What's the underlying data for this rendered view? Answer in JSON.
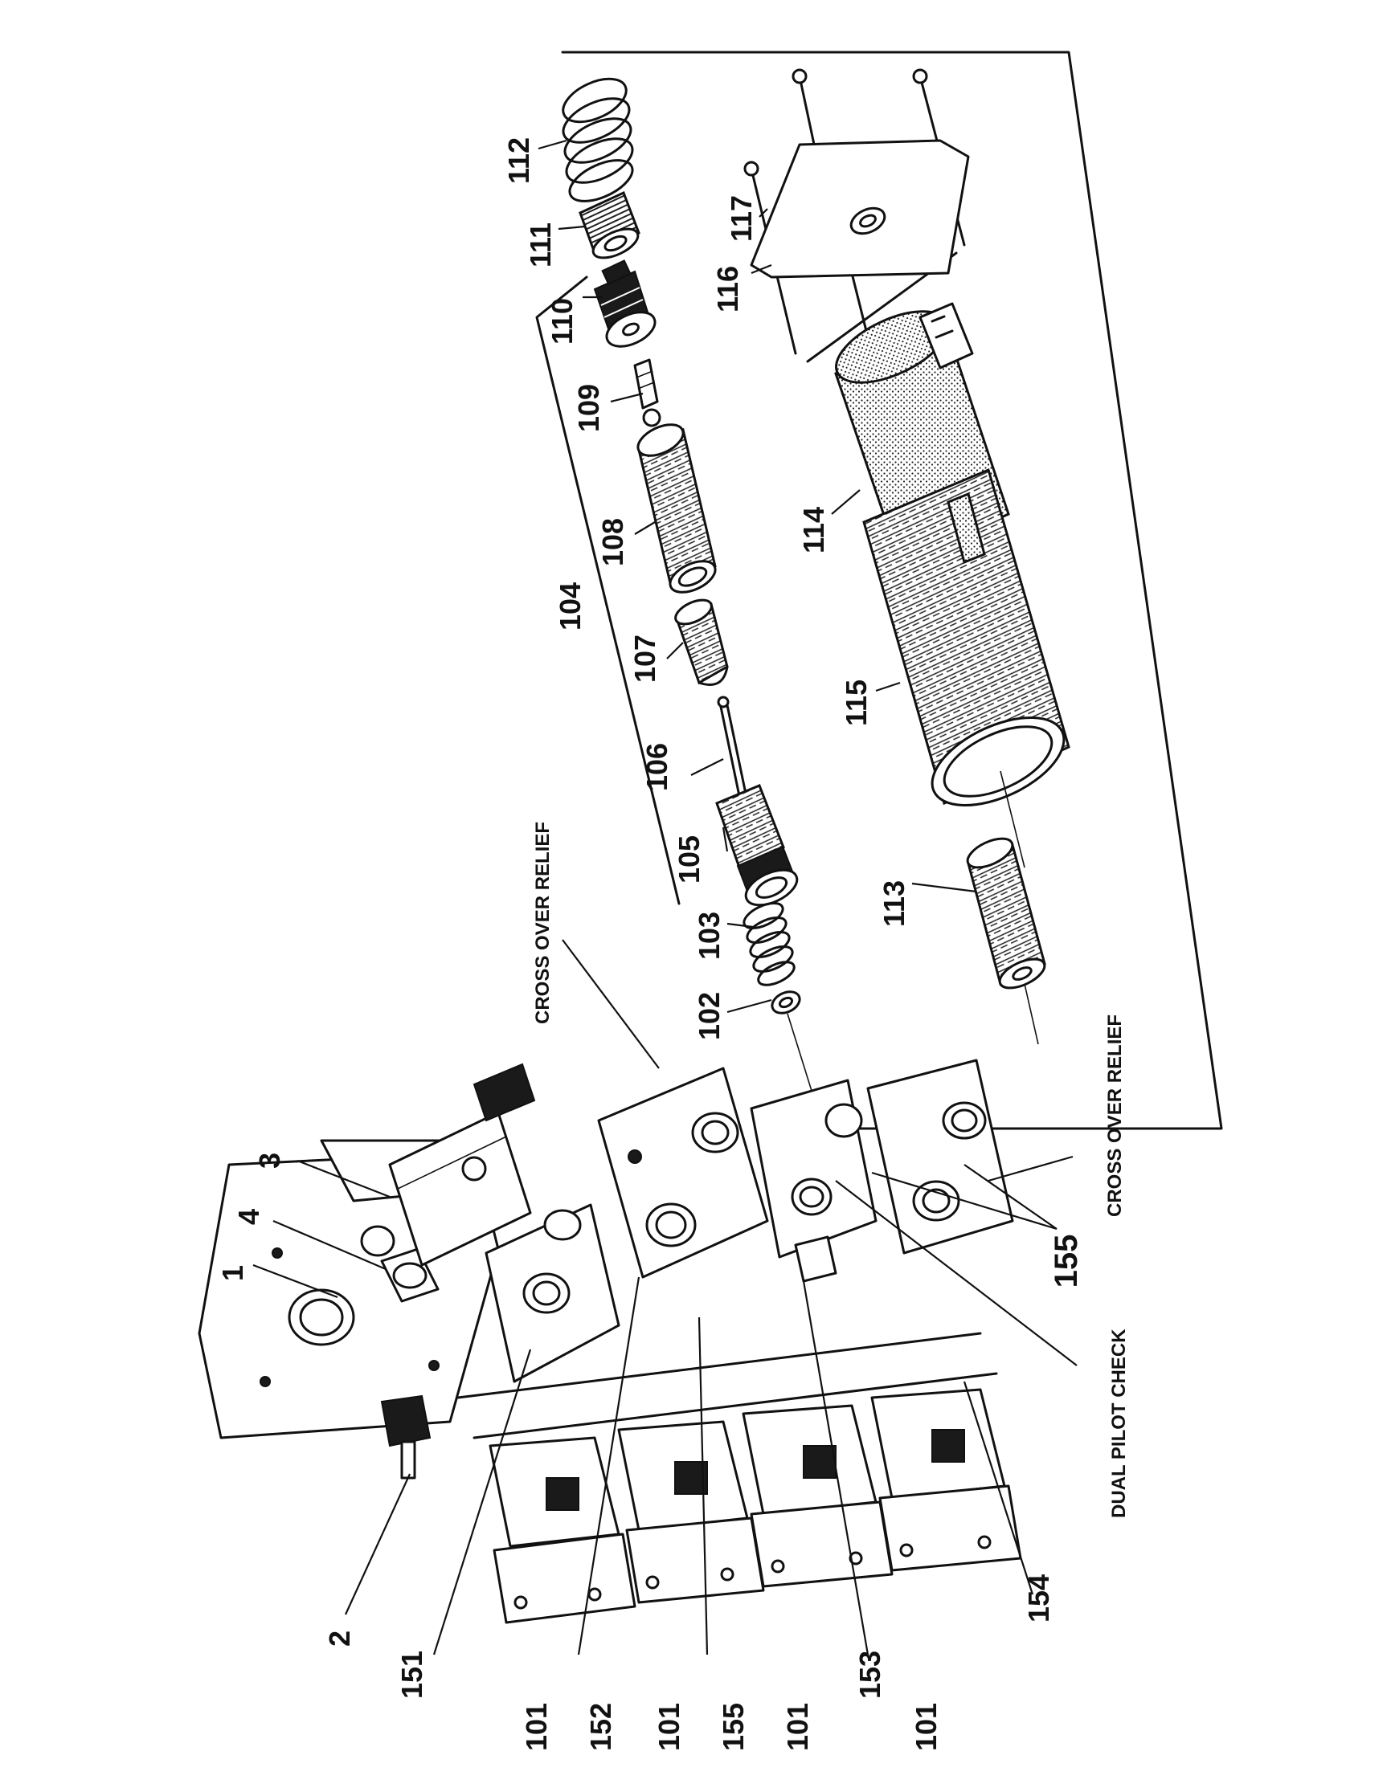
{
  "parts": [
    {
      "id": "p1",
      "text": "1"
    },
    {
      "id": "p2",
      "text": "2"
    },
    {
      "id": "p3",
      "text": "3"
    },
    {
      "id": "p4",
      "text": "4"
    },
    {
      "id": "p101a",
      "text": "101"
    },
    {
      "id": "p101b",
      "text": "101"
    },
    {
      "id": "p101c",
      "text": "101"
    },
    {
      "id": "p101d",
      "text": "101"
    },
    {
      "id": "p102",
      "text": "102"
    },
    {
      "id": "p103",
      "text": "103"
    },
    {
      "id": "p104",
      "text": "104"
    },
    {
      "id": "p105",
      "text": "105"
    },
    {
      "id": "p106",
      "text": "106"
    },
    {
      "id": "p107",
      "text": "107"
    },
    {
      "id": "p108",
      "text": "108"
    },
    {
      "id": "p109",
      "text": "109"
    },
    {
      "id": "p110",
      "text": "110"
    },
    {
      "id": "p111",
      "text": "111"
    },
    {
      "id": "p112",
      "text": "112"
    },
    {
      "id": "p113",
      "text": "113"
    },
    {
      "id": "p114",
      "text": "114"
    },
    {
      "id": "p115",
      "text": "115"
    },
    {
      "id": "p116",
      "text": "116"
    },
    {
      "id": "p117",
      "text": "117"
    },
    {
      "id": "p151",
      "text": "151"
    },
    {
      "id": "p152",
      "text": "152"
    },
    {
      "id": "p153",
      "text": "153"
    },
    {
      "id": "p154",
      "text": "154"
    },
    {
      "id": "p155a",
      "text": "155"
    },
    {
      "id": "p155b",
      "text": "155"
    }
  ],
  "callouts": {
    "cross_over_relief_top": "CROSS OVER RELIEF",
    "cross_over_relief_bottom": "CROSS OVER RELIEF",
    "dual_pilot_check": "DUAL PILOT CHECK"
  }
}
